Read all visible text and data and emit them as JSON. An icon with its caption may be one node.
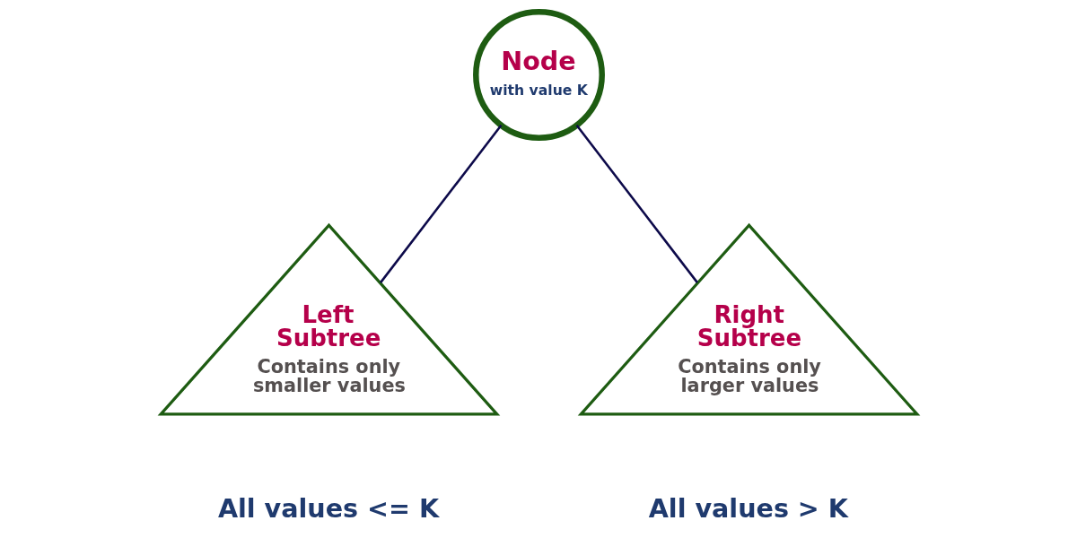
{
  "diagram": {
    "nodes": [
      {
        "text": [
          "Node",
          "with value K"
        ]
      },
      {
        "text": [
          "Left Subtree",
          "Contains only smaller values"
        ],
        "beside": [
          "All values <= K"
        ]
      },
      {
        "text": [
          "Right Subtree",
          "Contains only larger values"
        ],
        "beside": [
          "All values > K"
        ]
      }
    ],
    "edges": [
      {
        "from": 0,
        "to": 1,
        "arrow": "none"
      },
      {
        "from": 0,
        "to": 2,
        "arrow": "none"
      }
    ]
  }
}
